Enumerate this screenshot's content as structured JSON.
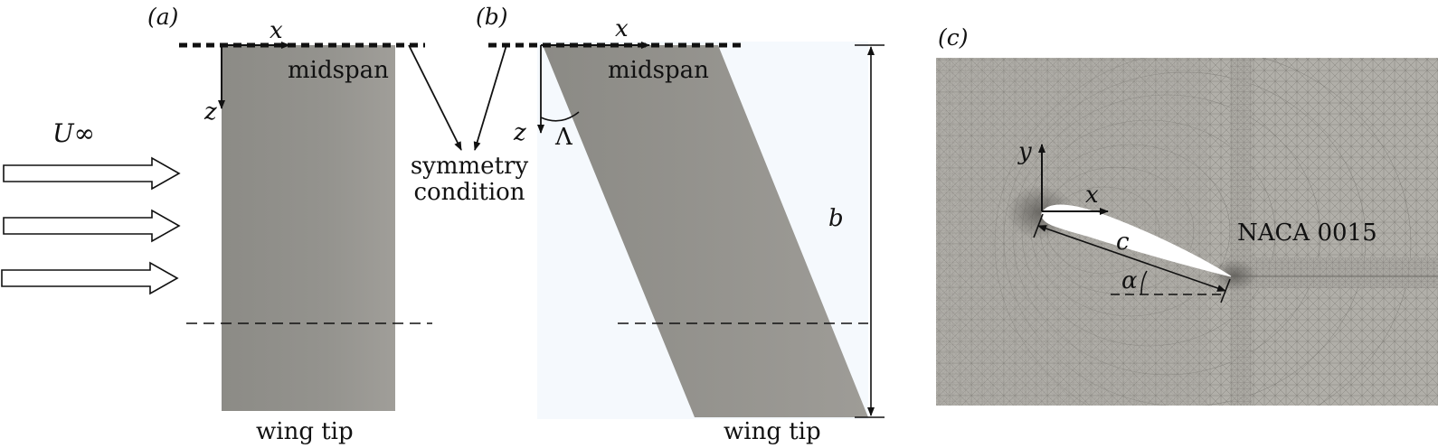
{
  "panels": {
    "a": {
      "label": "(a)",
      "axis_x": "x",
      "axis_z": "z",
      "midspan": "midspan",
      "wing_tip": "wing tip",
      "freestream": "U∞"
    },
    "symmetry": {
      "line1": "symmetry",
      "line2": "condition"
    },
    "b": {
      "label": "(b)",
      "axis_x": "x",
      "axis_z": "z",
      "sweep_angle": "Λ",
      "midspan": "midspan",
      "span": "b",
      "wing_tip": "wing tip"
    },
    "c": {
      "label": "(c)",
      "axis_x": "x",
      "axis_y": "y",
      "chord": "c",
      "angle_of_attack": "α",
      "airfoil": "NACA 0015"
    }
  },
  "colors": {
    "wing_surface": "#8f8e89",
    "wing_surface_light": "#a19f9a",
    "domain_tint": "#f7fbfe",
    "mesh_background": "#a9a7a1",
    "mesh_line": "#6f6d68",
    "ink": "#111111"
  }
}
